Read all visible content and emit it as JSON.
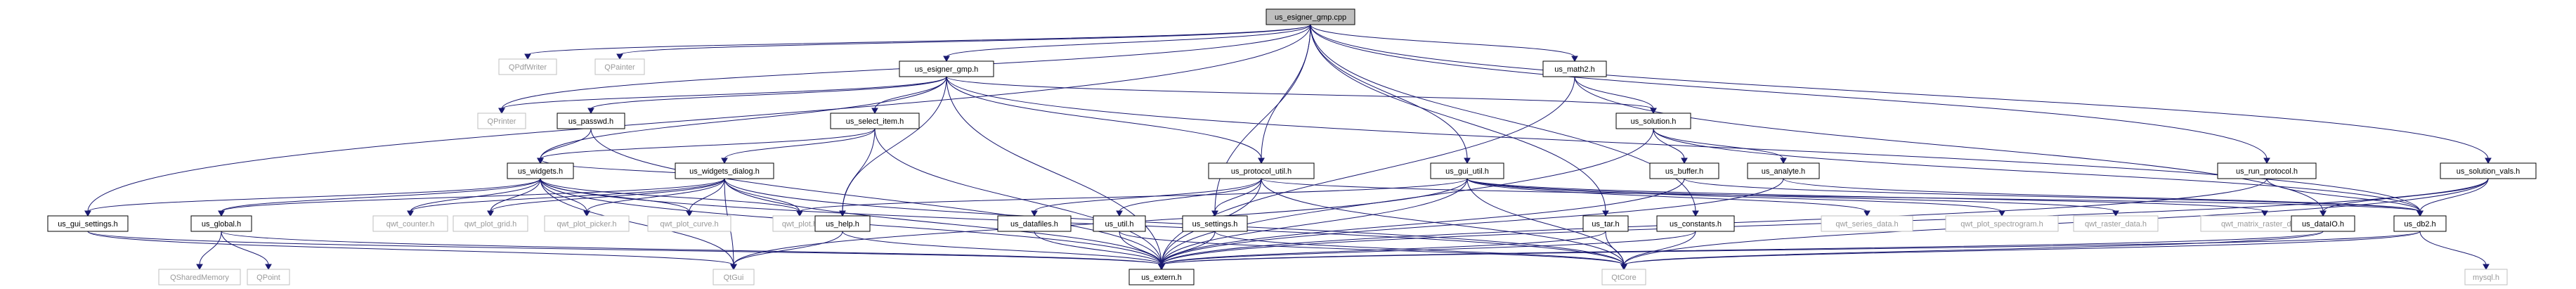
{
  "colors": {
    "background": "#ffffff",
    "node_fill": "#ffffff",
    "node_stroke": "#000000",
    "node_text": "#000000",
    "external_text": "#999999",
    "external_stroke": "#bfbfbf",
    "highlight_fill": "#bfbfbf",
    "edge_main": "#191970",
    "edge_light": "#838383"
  },
  "nodes": [
    {
      "id": "esigner_cpp",
      "label": "us_esigner_gmp.cpp",
      "kind": "root"
    },
    {
      "id": "qpdfwriter",
      "label": "QPdfWriter",
      "kind": "external"
    },
    {
      "id": "qpainter",
      "label": "QPainter",
      "kind": "external"
    },
    {
      "id": "qprinter",
      "label": "QPrinter",
      "kind": "external"
    },
    {
      "id": "esigner_h",
      "label": "us_esigner_gmp.h",
      "kind": "file"
    },
    {
      "id": "math2",
      "label": "us_math2.h",
      "kind": "file"
    },
    {
      "id": "passwd",
      "label": "us_passwd.h",
      "kind": "file"
    },
    {
      "id": "select_item",
      "label": "us_select_item.h",
      "kind": "file"
    },
    {
      "id": "solution",
      "label": "us_solution.h",
      "kind": "file"
    },
    {
      "id": "widgets",
      "label": "us_widgets.h",
      "kind": "file"
    },
    {
      "id": "widgets_dialog",
      "label": "us_widgets_dialog.h",
      "kind": "file"
    },
    {
      "id": "protocol_util",
      "label": "us_protocol_util.h",
      "kind": "file"
    },
    {
      "id": "gui_util",
      "label": "us_gui_util.h",
      "kind": "file"
    },
    {
      "id": "buffer",
      "label": "us_buffer.h",
      "kind": "file"
    },
    {
      "id": "analyte",
      "label": "us_analyte.h",
      "kind": "file"
    },
    {
      "id": "run_protocol",
      "label": "us_run_protocol.h",
      "kind": "file"
    },
    {
      "id": "solution_vals",
      "label": "us_solution_vals.h",
      "kind": "file"
    },
    {
      "id": "gui_settings",
      "label": "us_gui_settings.h",
      "kind": "file"
    },
    {
      "id": "global",
      "label": "us_global.h",
      "kind": "file"
    },
    {
      "id": "qwt_counter",
      "label": "qwt_counter.h",
      "kind": "external"
    },
    {
      "id": "qwt_plot_grid",
      "label": "qwt_plot_grid.h",
      "kind": "external"
    },
    {
      "id": "qwt_plot_picker",
      "label": "qwt_plot_picker.h",
      "kind": "external"
    },
    {
      "id": "qwt_plot_curve",
      "label": "qwt_plot_curve.h",
      "kind": "external"
    },
    {
      "id": "qwt_plot",
      "label": "qwt_plot.h",
      "kind": "external"
    },
    {
      "id": "help",
      "label": "us_help.h",
      "kind": "file"
    },
    {
      "id": "datafiles",
      "label": "us_datafiles.h",
      "kind": "file"
    },
    {
      "id": "util",
      "label": "us_util.h",
      "kind": "file"
    },
    {
      "id": "settings",
      "label": "us_settings.h",
      "kind": "file"
    },
    {
      "id": "tar",
      "label": "us_tar.h",
      "kind": "file"
    },
    {
      "id": "constants",
      "label": "us_constants.h",
      "kind": "file"
    },
    {
      "id": "qwt_series_data",
      "label": "qwt_series_data.h",
      "kind": "external"
    },
    {
      "id": "qwt_plot_spectrogram",
      "label": "qwt_plot_spectrogram.h",
      "kind": "external"
    },
    {
      "id": "qwt_raster_data",
      "label": "qwt_raster_data.h",
      "kind": "external"
    },
    {
      "id": "qwt_matrix_raster_data",
      "label": "qwt_matrix_raster_data.h",
      "kind": "external"
    },
    {
      "id": "dataIO",
      "label": "us_dataIO.h",
      "kind": "file"
    },
    {
      "id": "db2",
      "label": "us_db2.h",
      "kind": "file"
    },
    {
      "id": "qsharedmemory",
      "label": "QSharedMemory",
      "kind": "external"
    },
    {
      "id": "qpoint",
      "label": "QPoint",
      "kind": "external"
    },
    {
      "id": "qtgui",
      "label": "QtGui",
      "kind": "external"
    },
    {
      "id": "us_extern",
      "label": "us_extern.h",
      "kind": "file"
    },
    {
      "id": "qtcore",
      "label": "QtCore",
      "kind": "external"
    },
    {
      "id": "mysql",
      "label": "mysql.h",
      "kind": "external"
    }
  ],
  "edges": [
    [
      "esigner_cpp",
      "qpdfwriter"
    ],
    [
      "esigner_cpp",
      "qpainter"
    ],
    [
      "esigner_cpp",
      "qprinter"
    ],
    [
      "esigner_cpp",
      "esigner_h"
    ],
    [
      "esigner_cpp",
      "math2"
    ],
    [
      "esigner_cpp",
      "run_protocol"
    ],
    [
      "esigner_cpp",
      "solution_vals"
    ],
    [
      "esigner_cpp",
      "gui_settings"
    ],
    [
      "esigner_cpp",
      "protocol_util"
    ],
    [
      "esigner_cpp",
      "gui_util"
    ],
    [
      "esigner_cpp",
      "settings"
    ],
    [
      "esigner_cpp",
      "tar"
    ],
    [
      "esigner_cpp",
      "constants"
    ],
    [
      "esigner_h",
      "qprinter"
    ],
    [
      "esigner_h",
      "passwd"
    ],
    [
      "esigner_h",
      "select_item"
    ],
    [
      "esigner_h",
      "solution"
    ],
    [
      "esigner_h",
      "widgets"
    ],
    [
      "esigner_h",
      "protocol_util"
    ],
    [
      "esigner_h",
      "help"
    ],
    [
      "esigner_h",
      "us_extern"
    ],
    [
      "esigner_h",
      "db2"
    ],
    [
      "math2",
      "solution"
    ],
    [
      "math2",
      "us_extern"
    ],
    [
      "math2",
      "dataIO"
    ],
    [
      "passwd",
      "widgets"
    ],
    [
      "passwd",
      "us_extern"
    ],
    [
      "select_item",
      "widgets"
    ],
    [
      "select_item",
      "widgets_dialog"
    ],
    [
      "select_item",
      "help"
    ],
    [
      "select_item",
      "us_extern"
    ],
    [
      "solution",
      "buffer"
    ],
    [
      "solution",
      "analyte"
    ],
    [
      "solution",
      "us_extern"
    ],
    [
      "solution",
      "db2"
    ],
    [
      "widgets",
      "gui_settings"
    ],
    [
      "widgets",
      "global"
    ],
    [
      "widgets",
      "qwt_counter"
    ],
    [
      "widgets",
      "qwt_plot_grid"
    ],
    [
      "widgets",
      "qwt_plot_picker"
    ],
    [
      "widgets",
      "qwt_plot_curve"
    ],
    [
      "widgets",
      "qwt_plot"
    ],
    [
      "widgets",
      "us_extern"
    ],
    [
      "widgets",
      "qtgui"
    ],
    [
      "widgets",
      "qtcore"
    ],
    [
      "widgets_dialog",
      "widgets"
    ],
    [
      "widgets_dialog",
      "global"
    ],
    [
      "widgets_dialog",
      "qwt_counter"
    ],
    [
      "widgets_dialog",
      "qwt_plot_grid"
    ],
    [
      "widgets_dialog",
      "qwt_plot_picker"
    ],
    [
      "widgets_dialog",
      "qwt_plot_curve"
    ],
    [
      "widgets_dialog",
      "qwt_plot"
    ],
    [
      "widgets_dialog",
      "qtgui"
    ],
    [
      "widgets_dialog",
      "us_extern"
    ],
    [
      "widgets_dialog",
      "qtcore"
    ],
    [
      "protocol_util",
      "datafiles"
    ],
    [
      "protocol_util",
      "util"
    ],
    [
      "protocol_util",
      "settings"
    ],
    [
      "protocol_util",
      "us_extern"
    ],
    [
      "protocol_util",
      "qtcore"
    ],
    [
      "protocol_util",
      "db2"
    ],
    [
      "gui_util",
      "qwt_plot"
    ],
    [
      "gui_util",
      "us_extern"
    ],
    [
      "gui_util",
      "qwt_series_data"
    ],
    [
      "gui_util",
      "qwt_plot_spectrogram"
    ],
    [
      "gui_util",
      "qwt_raster_data"
    ],
    [
      "gui_util",
      "qwt_matrix_raster_data"
    ],
    [
      "gui_util",
      "qtgui"
    ],
    [
      "gui_util",
      "qtcore"
    ],
    [
      "buffer",
      "us_extern"
    ],
    [
      "buffer",
      "db2"
    ],
    [
      "analyte",
      "us_extern"
    ],
    [
      "analyte",
      "db2"
    ],
    [
      "run_protocol",
      "us_extern"
    ],
    [
      "run_protocol",
      "db2"
    ],
    [
      "solution_vals",
      "dataIO"
    ],
    [
      "solution_vals",
      "db2"
    ],
    [
      "solution_vals",
      "us_extern"
    ],
    [
      "solution_vals",
      "qtcore"
    ],
    [
      "gui_settings",
      "us_extern"
    ],
    [
      "gui_settings",
      "qtgui"
    ],
    [
      "global",
      "qsharedmemory"
    ],
    [
      "global",
      "qpoint"
    ],
    [
      "global",
      "us_extern"
    ],
    [
      "help",
      "qtgui"
    ],
    [
      "help",
      "us_extern"
    ],
    [
      "datafiles",
      "us_extern"
    ],
    [
      "util",
      "us_extern"
    ],
    [
      "util",
      "qtcore"
    ],
    [
      "settings",
      "us_extern"
    ],
    [
      "settings",
      "qtcore"
    ],
    [
      "tar",
      "us_extern"
    ],
    [
      "tar",
      "qtcore"
    ],
    [
      "constants",
      "us_extern"
    ],
    [
      "constants",
      "qtcore"
    ],
    [
      "dataIO",
      "us_extern"
    ],
    [
      "dataIO",
      "qtcore"
    ],
    [
      "db2",
      "us_extern"
    ],
    [
      "db2",
      "mysql"
    ],
    [
      "db2",
      "qtcore"
    ]
  ]
}
